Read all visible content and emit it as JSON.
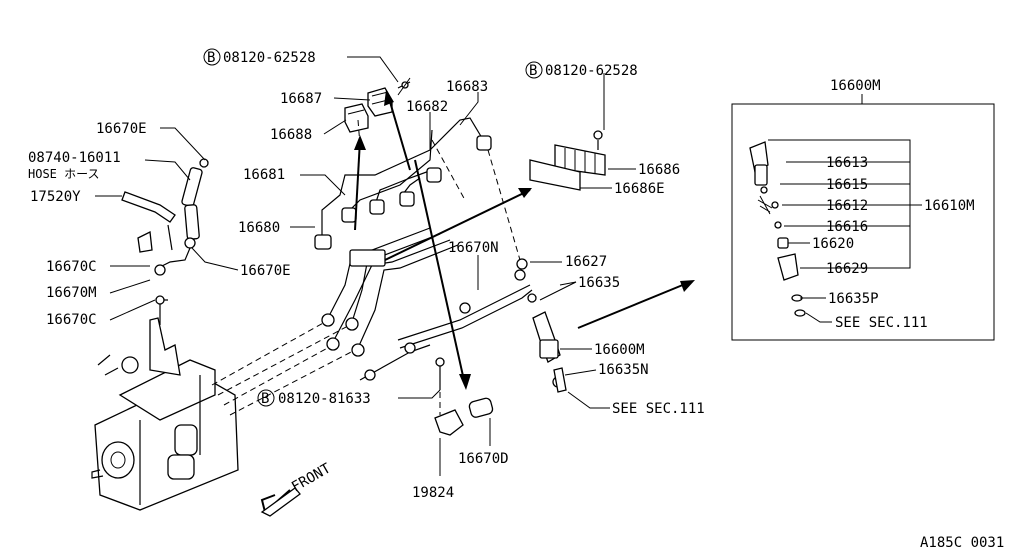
{
  "diagram_id": "A185C 0031",
  "front_label": "FRONT",
  "hose_label": "HOSE ホース",
  "bolt_marker": "B",
  "labels": {
    "bolt_top": "08120-62528",
    "bolt_right": "08120-62528",
    "bolt_bottom": "08120-81633",
    "p16687": "16687",
    "p16688": "16688",
    "p16683": "16683",
    "p16682": "16682",
    "p16681": "16681",
    "p16680": "16680",
    "p16670E_top": "16670E",
    "p08740": "08740-16011",
    "p17520Y": "17520Y",
    "p16670C_1": "16670C",
    "p16670M": "16670M",
    "p16670C_2": "16670C",
    "p16670E_bottom": "16670E",
    "p16686": "16686",
    "p16686E": "16686E",
    "p16670N": "16670N",
    "p16627": "16627",
    "p16635": "16635",
    "p16600M_mid": "16600M",
    "p16635N": "16635N",
    "see_sec_mid": "SEE SEC.111",
    "p16670D": "16670D",
    "p19824": "19824",
    "box_title": "16600M",
    "p16613": "16613",
    "p16615": "16615",
    "p16612": "16612",
    "p16616": "16616",
    "p16620": "16620",
    "p16629": "16629",
    "p16610M": "16610M",
    "p16635P": "16635P",
    "see_sec_box": "SEE SEC.111"
  }
}
